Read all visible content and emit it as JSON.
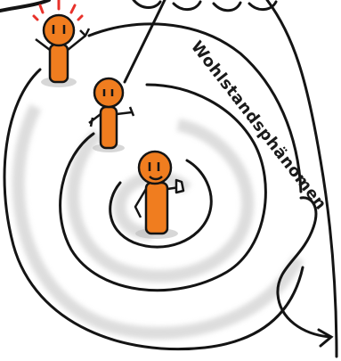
{
  "label": {
    "text": "Wohlstandsphänomen"
  },
  "colors": {
    "figure_fill": "#f07d1f",
    "ink": "#141414",
    "shadow": "#c9c9c9",
    "exclaim": "#e8312a"
  },
  "figures": [
    {
      "pose": "arms-raised-alarmed"
    },
    {
      "pose": "arms-down-unsure"
    },
    {
      "pose": "pointing-content"
    }
  ]
}
